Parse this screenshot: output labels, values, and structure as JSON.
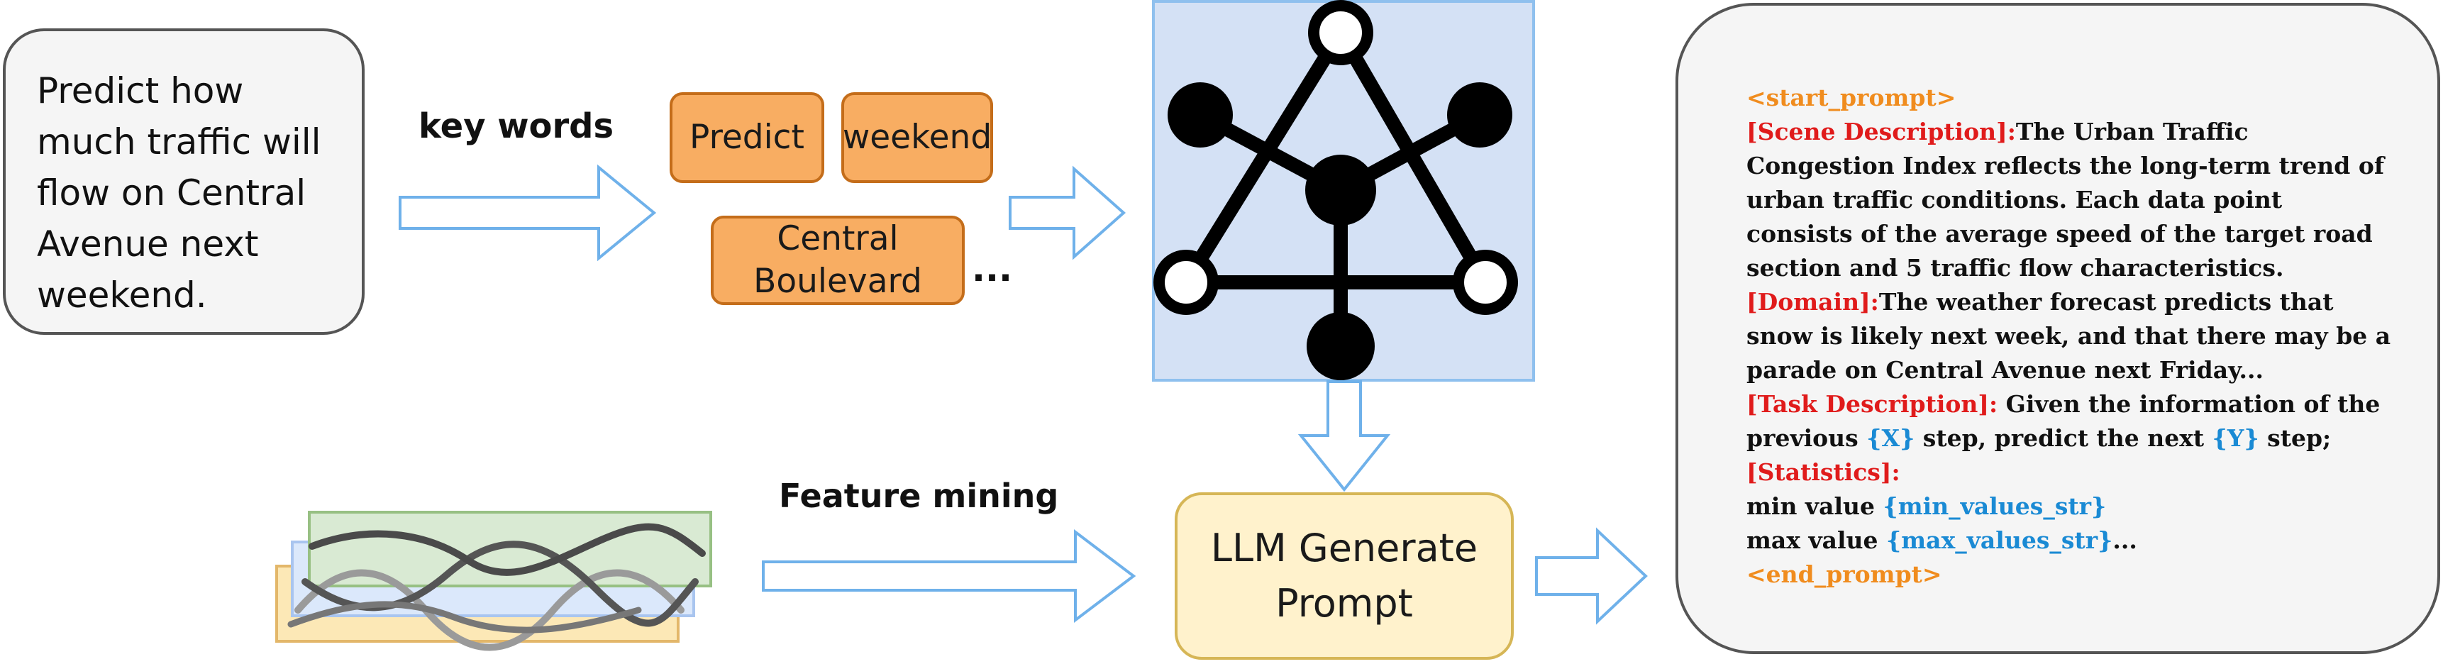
{
  "query": {
    "text": "Predict how much traffic will flow on Central Avenue next weekend."
  },
  "labels": {
    "key_words": "key words",
    "feature_mining": "Feature mining"
  },
  "keywords": {
    "predict": "Predict",
    "weekend": "weekend",
    "central": "Central Boulevard",
    "ellipsis": "..."
  },
  "llm": {
    "label": "LLM Generate Prompt"
  },
  "prompt": {
    "start_tag": "<start_prompt>",
    "scene_heading": "[Scene Description]:",
    "scene_text": "The Urban Traffic Congestion Index reflects the long-term trend of urban traffic conditions. Each data point consists of the average speed of the target road section and 5 traffic flow characteristics.",
    "domain_heading": "[Domain]:",
    "domain_text": "The weather forecast predicts that snow is likely next week, and that there may be a parade on Central Avenue next Friday...",
    "task_heading": "[Task Description]:",
    "task_text_1": " Given the information of the previous ",
    "task_var_x": "{X}",
    "task_text_2": " step, predict the next ",
    "task_var_y": "{Y}",
    "task_text_3": " step;",
    "stats_heading": "[Statistics]:",
    "min_label": "min value ",
    "min_var": "{min_values_str}",
    "max_label": "max value ",
    "max_var": "{max_values_str}",
    "max_suffix": "...",
    "end_tag": "<end_prompt>"
  },
  "colors": {
    "arrow_stroke": "#6fb1ea",
    "graph_panel_fill": "#d4e1f5",
    "graph_panel_stroke": "#8fc0ee",
    "keyword_fill": "#f8ad62",
    "llm_fill": "#fff2cc",
    "prompt_tag": "#f08c1e",
    "prompt_heading": "#e01b1b",
    "prompt_variable": "#1a8ad4"
  }
}
